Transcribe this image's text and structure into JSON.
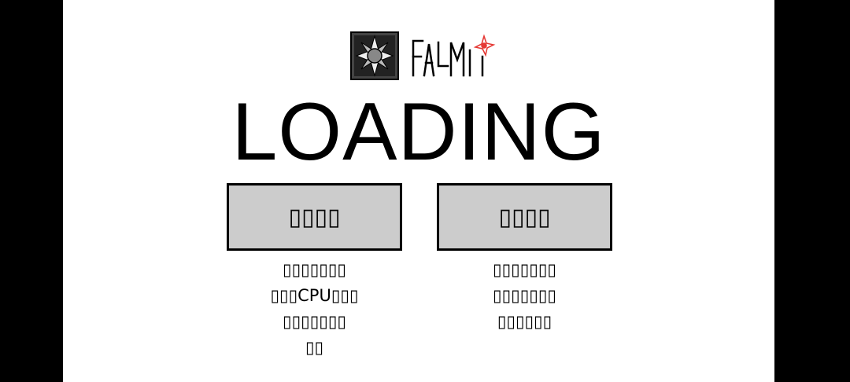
{
  "logo": {
    "wordmark": "FALMI",
    "accent_color": "#e53935",
    "emblem_icon": "star-emblem-icon"
  },
  "loading": {
    "title": "LOADING"
  },
  "options": [
    {
      "button_label": "▯▯▯▯",
      "description_lines": [
        "▯▯▯▯▯▯▯",
        "▯▯▯CPU▯▯▯",
        "▯▯▯▯▯▯▯",
        "▯▯"
      ]
    },
    {
      "button_label": "▯▯▯▯",
      "description_lines": [
        "▯▯▯▯▯▯▯",
        "▯▯▯▯▯▯▯",
        "▯▯▯▯▯▯"
      ]
    }
  ],
  "colors": {
    "button_fill": "#cccccc",
    "border": "#000000",
    "background": "#ffffff",
    "letterbox": "#000000"
  }
}
